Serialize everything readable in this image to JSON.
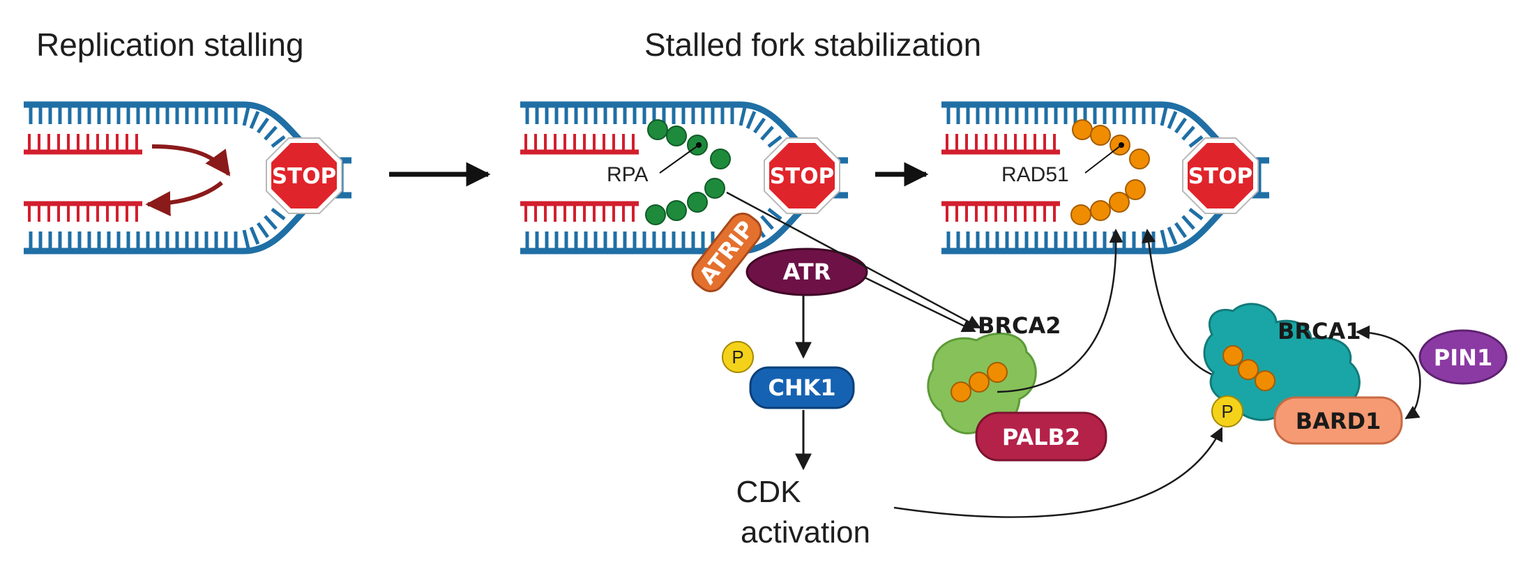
{
  "titles": {
    "left": "Replication stalling",
    "center": "Stalled fork stabilization"
  },
  "labels": {
    "rpa": "RPA",
    "rad51": "RAD51",
    "cdk_line1": "CDK",
    "cdk_line2": "activation",
    "stop": "STOP",
    "phospho": "P"
  },
  "proteins": {
    "atrip": "ATRIP",
    "atr": "ATR",
    "chk1": "CHK1",
    "brca2": "BRCA2",
    "palb2": "PALB2",
    "brca1": "BRCA1",
    "bard1": "BARD1",
    "pin1": "PIN1"
  },
  "colors": {
    "dna_blue": "#1f6fa5",
    "dna_red": "#d21f2e",
    "rpa_green": "#1e8a3c",
    "rad51_orange": "#f08c00",
    "stop_red": "#e0242b",
    "atr": "#6e1147",
    "atrip": "#e4702e",
    "chk1": "#1662b2",
    "brca2": "#86c15a",
    "palb2": "#b42249",
    "brca1": "#1aa6a6",
    "bard1": "#f59a72",
    "pin1": "#8b3aa3",
    "phospho": "#f5d21a",
    "arrow_dark_red": "#8b1a1a"
  }
}
